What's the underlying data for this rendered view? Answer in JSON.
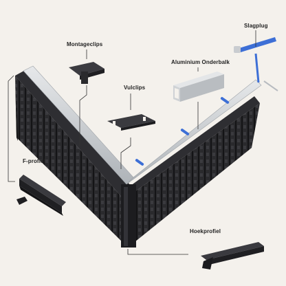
{
  "labels": {
    "montageclips": "Montageclips",
    "aluminium_onderbalk": "Aluminium Onderbalk",
    "slagplug": "Slagplug",
    "vulclips": "Vulclips",
    "f_profiel": "F-profiel",
    "hoekprofiel": "Hoekprofiel"
  },
  "colors": {
    "background": "#f4f1ec",
    "profile_dark": "#1f1f22",
    "aluminium": "#c9ccd0",
    "plug_blue": "#3d6fd6",
    "leader_line": "#333333"
  }
}
